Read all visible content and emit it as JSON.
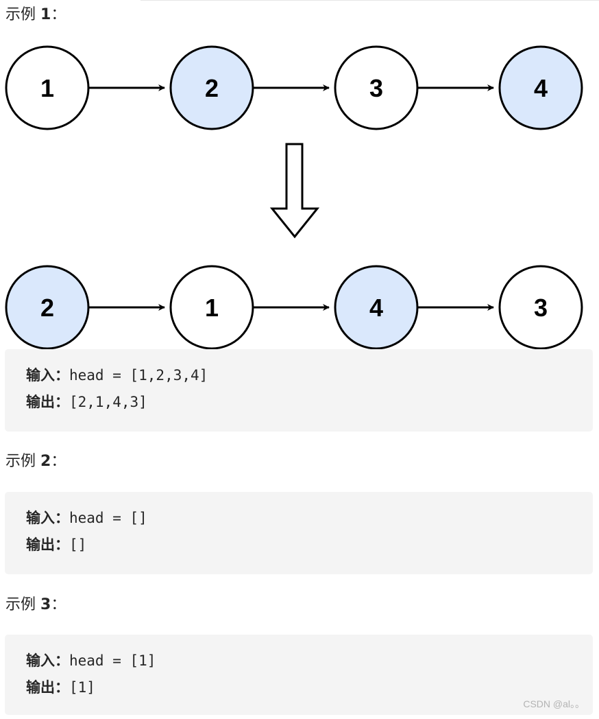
{
  "examples": [
    {
      "heading_word": "示例",
      "heading_number": "1",
      "heading_colon": "：",
      "input_label": "输入：",
      "input_value": "head = [1,2,3,4]",
      "output_label": "输出：",
      "output_value": "[2,1,4,3]"
    },
    {
      "heading_word": "示例",
      "heading_number": "2",
      "heading_colon": "：",
      "input_label": "输入：",
      "input_value": "head = []",
      "output_label": "输出：",
      "output_value": "[]"
    },
    {
      "heading_word": "示例",
      "heading_number": "3",
      "heading_colon": "：",
      "input_label": "输入：",
      "input_value": "head = [1]",
      "output_label": "输出：",
      "output_value": "[1]"
    }
  ],
  "diagram": {
    "before_nodes": [
      {
        "value": "1",
        "highlight": false
      },
      {
        "value": "2",
        "highlight": true
      },
      {
        "value": "3",
        "highlight": false
      },
      {
        "value": "4",
        "highlight": true
      }
    ],
    "after_nodes": [
      {
        "value": "2",
        "highlight": true
      },
      {
        "value": "1",
        "highlight": false
      },
      {
        "value": "4",
        "highlight": true
      },
      {
        "value": "3",
        "highlight": false
      }
    ],
    "colors": {
      "highlight_fill": "#dae8fc",
      "plain_fill": "#ffffff",
      "stroke": "#000000"
    }
  },
  "watermark": "CSDN @al。。"
}
